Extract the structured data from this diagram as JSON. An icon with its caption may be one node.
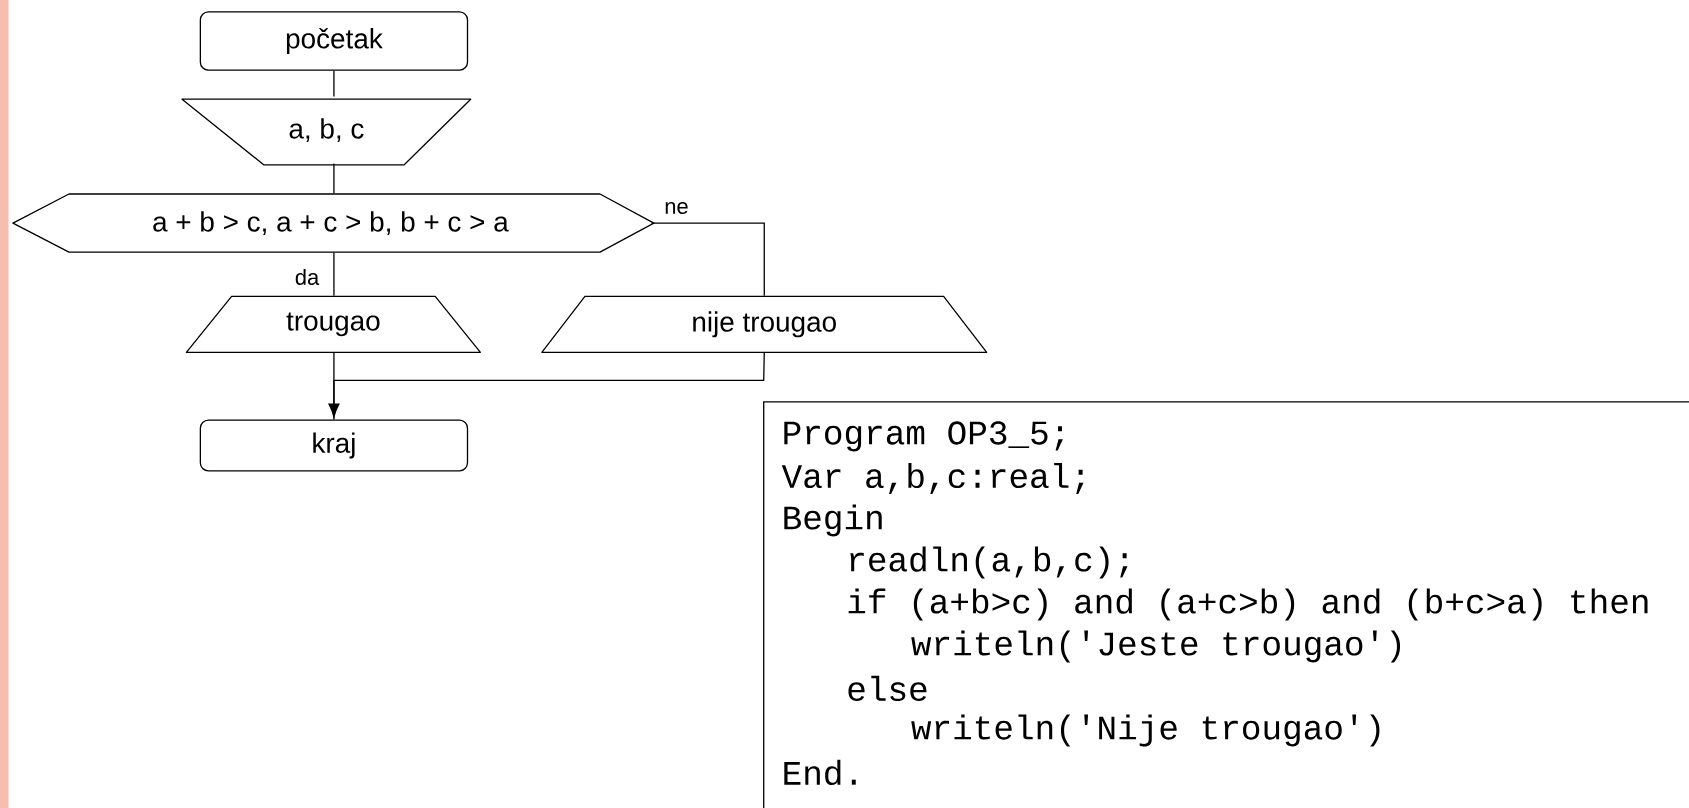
{
  "diagram": {
    "nodes": [
      {
        "text": [
          "početak"
        ]
      },
      {
        "text": [
          "a, b, c"
        ]
      },
      {
        "text": [
          "a + b > c, a + c > b, b + c > a"
        ]
      },
      {
        "text": [
          "trougao"
        ]
      },
      {
        "text": [
          "nije trougao"
        ]
      },
      {
        "text": [
          "kraj"
        ]
      },
      {
        "text": [
          "Program OP3_5;",
          "Var a,b,c:real;",
          "Begin",
          "readln(a,b,c);",
          "if (a+b>c) and (a+c>b) and (b+c>a) then",
          "writeln('Jeste trougao')",
          "else",
          "writeln('Nije trougao')",
          "End."
        ]
      }
    ],
    "edges": [
      {
        "from": 0,
        "to": 1,
        "arrow": "none"
      },
      {
        "from": 1,
        "to": 2,
        "arrow": "none"
      },
      {
        "from": 2,
        "to": 3,
        "arrow": "none",
        "label": "da"
      },
      {
        "from": 2,
        "to": 4,
        "arrow": "none",
        "label": "ne"
      },
      {
        "from": 3,
        "to": 5,
        "arrow": "none"
      },
      {
        "from": 4,
        "to": 5,
        "arrow": "to"
      }
    ]
  }
}
